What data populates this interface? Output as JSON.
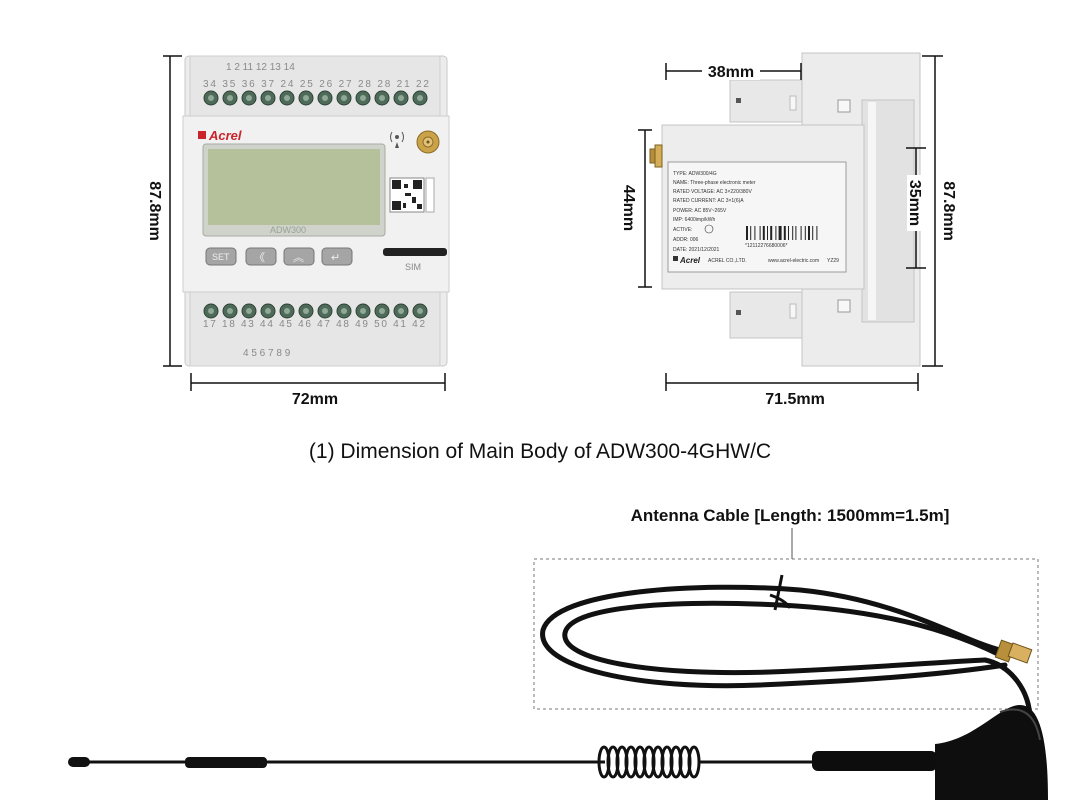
{
  "front_view": {
    "width_label": "72mm",
    "height_label": "87.8mm",
    "brand": "Acrel",
    "model": "ADW300",
    "sim_label": "SIM",
    "buttons": [
      "SET",
      "《",
      "︽",
      "↵"
    ],
    "top_terminals_row1": "1   2       11     12     13     14",
    "top_terminals_row2": "34 35 36 37 24 25 26 27 28 28 21 22",
    "bottom_terminals_row1": "17 18 43 44 45 46 47 48 49 50 41 42",
    "bottom_terminals_row2": "4  5        6  7        8  9"
  },
  "side_view": {
    "width_label": "71.5mm",
    "depth_label": "38mm",
    "height_label": "87.8mm",
    "inner_height_label": "44mm",
    "rail_label": "35mm",
    "nameplate": {
      "type": "TYPE:  ADW300/4G",
      "name": "NAME:  Three-phase electronic meter",
      "voltage": "RATED VOLTAGE:  AC 3×220/380V",
      "current": "RATED CURRENT:  AC 3×1(6)A",
      "power": "POWER:  AC 85V~265V",
      "imp": "IMP:    6400imp/kWh",
      "active": "ACTIVE:",
      "addr": "ADDR:  006",
      "date": "DATE:   2021/12/2021",
      "serial": "*12112276680006*",
      "maker": "ACREL CO.,LTD.",
      "site": "www.acrel-electric.com",
      "code": "YZ29"
    }
  },
  "caption": "(1) Dimension of Main Body of ADW300-4GHW/C",
  "antenna_cable_label": "Antenna Cable [Length: 1500mm=1.5m]"
}
